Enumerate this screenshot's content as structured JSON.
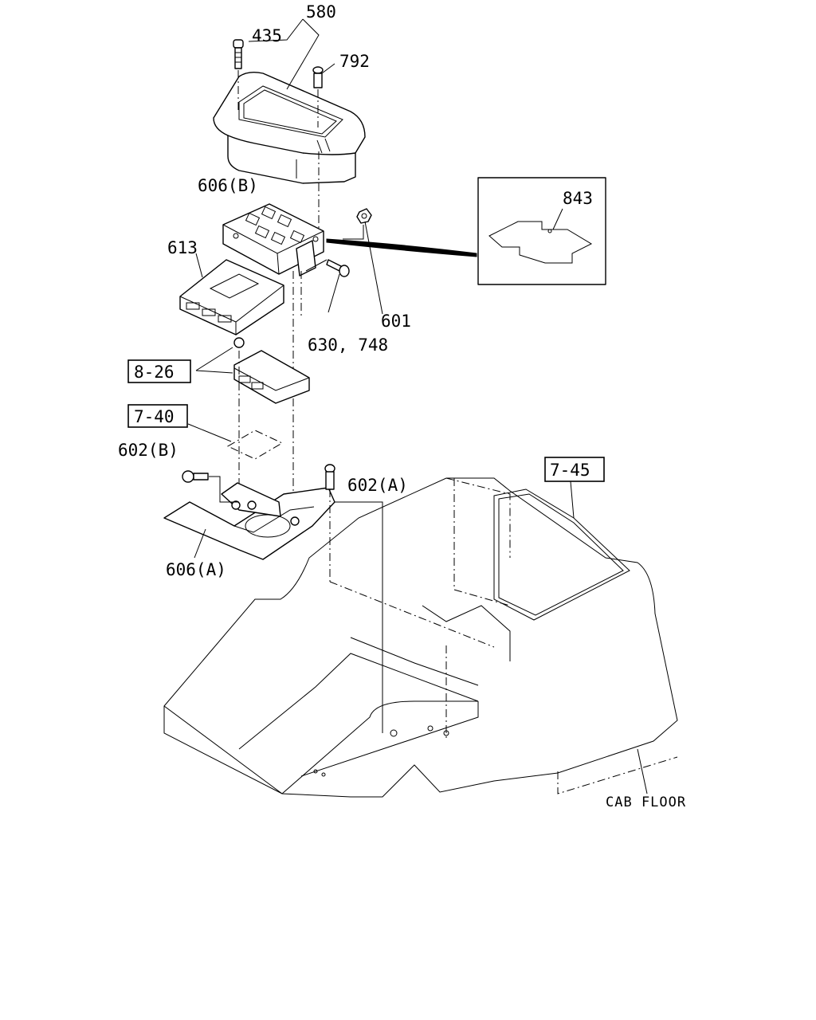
{
  "callouts": {
    "p580": "580",
    "p435": "435",
    "p792": "792",
    "p606b": "606(B)",
    "p843": "843",
    "p613": "613",
    "p601": "601",
    "p630_748": "630, 748",
    "p602b": "602(B)",
    "p602a": "602(A)",
    "p606a": "606(A)"
  },
  "references": {
    "r8_26": "8-26",
    "r7_40": "7-40",
    "r7_45": "7-45"
  },
  "cab_floor_label": "CAB FLOOR"
}
